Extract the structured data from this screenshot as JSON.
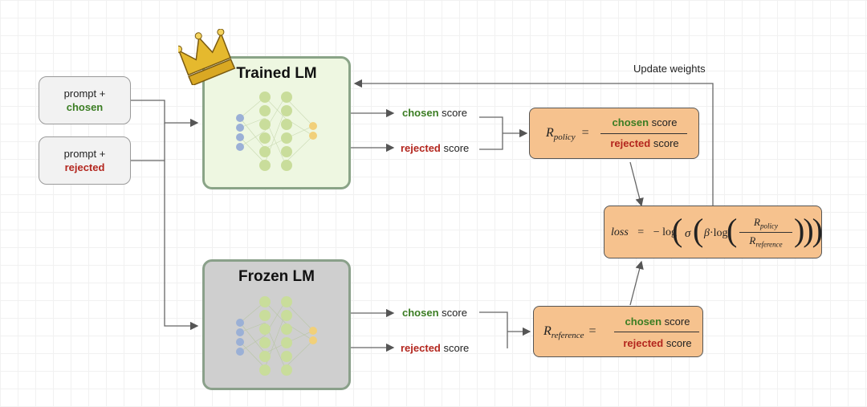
{
  "inputs": {
    "chosen": {
      "line1": "prompt +",
      "line2": "chosen"
    },
    "rejected": {
      "line1": "prompt +",
      "line2": "rejected"
    }
  },
  "trained_lm": {
    "title": "Trained LM",
    "chosen_word": "chosen",
    "rejected_word": "rejected",
    "score_word": "score"
  },
  "frozen_lm": {
    "title": "Frozen LM",
    "chosen_word": "chosen",
    "rejected_word": "rejected",
    "score_word": "score"
  },
  "policy_ratio": {
    "symbol": "R",
    "subscript": "policy",
    "equals": "=",
    "numerator_word": "chosen",
    "denominator_word": "rejected",
    "score_word": "score"
  },
  "reference_ratio": {
    "symbol": "R",
    "subscript": "reference",
    "equals": "=",
    "numerator_word": "chosen",
    "denominator_word": "rejected",
    "score_word": "score"
  },
  "loss": {
    "lhs": "loss",
    "equals": "=",
    "neg_log": "− log",
    "sigma": "σ",
    "beta": "β",
    "dot": "·",
    "log": "log",
    "num": "R",
    "num_sub": "policy",
    "den": "R",
    "den_sub": "reference"
  },
  "update_label": "Update weights",
  "colors": {
    "chosen": "#3b7d23",
    "rejected": "#b3261e",
    "orange": "#f6c28e",
    "trained_bg": "#eef7e1",
    "frozen_bg": "#cfcfcf"
  }
}
